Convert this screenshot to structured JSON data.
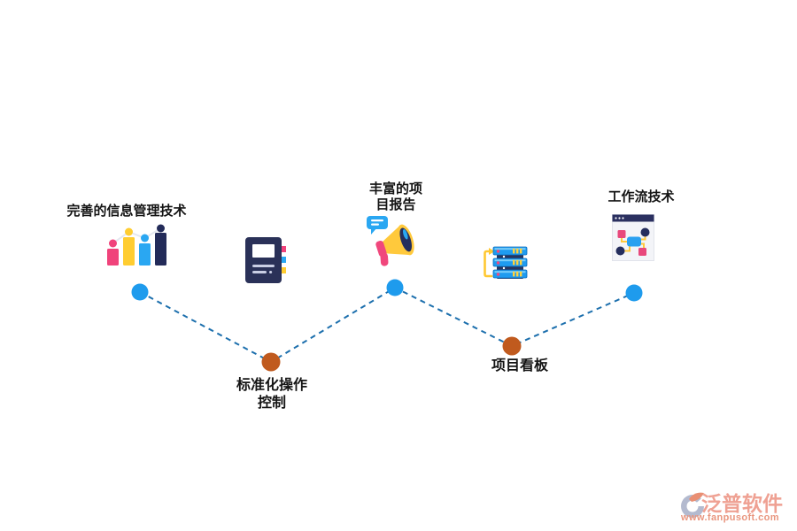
{
  "diagram": {
    "nodes": [
      {
        "label": "完善的信息管理技术",
        "icon": "bar-chart-icon",
        "dot_color": "#1E9BED"
      },
      {
        "label": "标准化操作控制",
        "icon": "notebook-icon",
        "dot_color": "#C05A1E"
      },
      {
        "label": "丰富的项目报告",
        "icon": "megaphone-icon",
        "dot_color": "#1E9BED"
      },
      {
        "label": "项目看板",
        "icon": "server-stack-icon",
        "dot_color": "#C05A1E"
      },
      {
        "label": "工作流技术",
        "icon": "flowchart-window-icon",
        "dot_color": "#1E9BED"
      }
    ],
    "connector_color": "#1C6FAD",
    "palette": {
      "pink": "#F0437B",
      "yellow": "#FFC93C",
      "blue": "#2AA7F2",
      "navy": "#252E5D"
    }
  },
  "watermark": {
    "brand": "泛普软件",
    "url": "www.fanpusoft.com"
  }
}
